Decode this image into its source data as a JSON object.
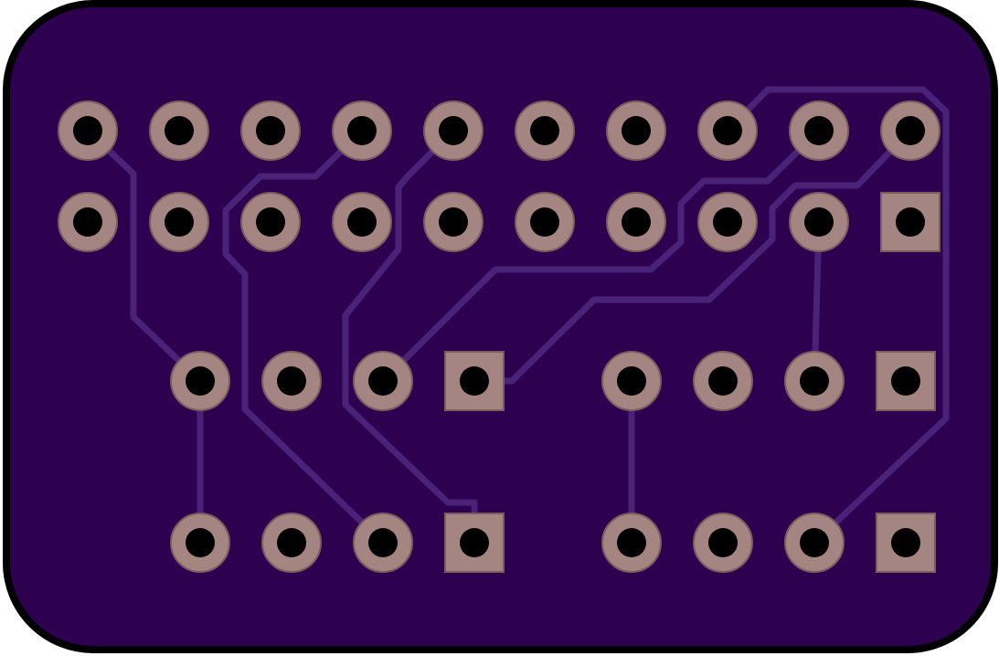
{
  "board": {
    "colors": {
      "outline": "#000000",
      "substrate": "#2d0050",
      "trace": "#4a2278",
      "pad": "#a58581",
      "pad_edge": "#7a5e5b",
      "drill": "#000000"
    },
    "pads": [
      {
        "id": "header-top-1",
        "shape": "round"
      },
      {
        "id": "header-top-2",
        "shape": "round"
      },
      {
        "id": "header-top-3",
        "shape": "round"
      },
      {
        "id": "header-top-4",
        "shape": "round"
      },
      {
        "id": "header-top-5",
        "shape": "round"
      },
      {
        "id": "header-top-6",
        "shape": "round"
      },
      {
        "id": "header-top-7",
        "shape": "round"
      },
      {
        "id": "header-top-8",
        "shape": "round"
      },
      {
        "id": "header-top-9",
        "shape": "round"
      },
      {
        "id": "header-top-10",
        "shape": "round"
      },
      {
        "id": "header-bottom-1",
        "shape": "round"
      },
      {
        "id": "header-bottom-2",
        "shape": "round"
      },
      {
        "id": "header-bottom-3",
        "shape": "round"
      },
      {
        "id": "header-bottom-4",
        "shape": "round"
      },
      {
        "id": "header-bottom-5",
        "shape": "round"
      },
      {
        "id": "header-bottom-6",
        "shape": "round"
      },
      {
        "id": "header-bottom-7",
        "shape": "round"
      },
      {
        "id": "header-bottom-8",
        "shape": "round"
      },
      {
        "id": "header-bottom-9",
        "shape": "round"
      },
      {
        "id": "header-bottom-10",
        "shape": "square"
      },
      {
        "id": "left-upper-1",
        "shape": "round"
      },
      {
        "id": "left-upper-2",
        "shape": "round"
      },
      {
        "id": "left-upper-3",
        "shape": "round"
      },
      {
        "id": "left-upper-4",
        "shape": "square"
      },
      {
        "id": "right-upper-1",
        "shape": "round"
      },
      {
        "id": "right-upper-2",
        "shape": "round"
      },
      {
        "id": "right-upper-3",
        "shape": "round"
      },
      {
        "id": "right-upper-4",
        "shape": "square"
      },
      {
        "id": "left-lower-1",
        "shape": "round"
      },
      {
        "id": "left-lower-2",
        "shape": "round"
      },
      {
        "id": "left-lower-3",
        "shape": "round"
      },
      {
        "id": "left-lower-4",
        "shape": "square"
      },
      {
        "id": "right-lower-1",
        "shape": "round"
      },
      {
        "id": "right-lower-2",
        "shape": "round"
      },
      {
        "id": "right-lower-3",
        "shape": "round"
      },
      {
        "id": "right-lower-4",
        "shape": "square"
      }
    ],
    "traces": [
      {
        "id": "trace-1"
      },
      {
        "id": "trace-2"
      },
      {
        "id": "trace-3"
      },
      {
        "id": "trace-4"
      },
      {
        "id": "trace-5"
      },
      {
        "id": "trace-6"
      },
      {
        "id": "trace-7"
      },
      {
        "id": "trace-8"
      },
      {
        "id": "trace-9"
      },
      {
        "id": "trace-10"
      }
    ]
  }
}
